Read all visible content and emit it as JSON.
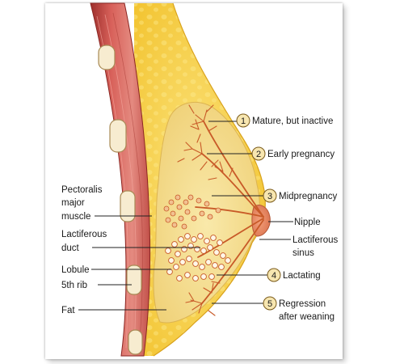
{
  "labels": {
    "pectoralis": [
      "Pectoralis",
      "major",
      "muscle"
    ],
    "lactiferous_duct": [
      "Lactiferous",
      "duct"
    ],
    "lobule": "Lobule",
    "rib": "5th rib",
    "fat": "Fat",
    "nipple": "Nipple",
    "lactiferous_sinus": [
      "Lactiferous",
      "sinus"
    ]
  },
  "stages": [
    {
      "number": "1",
      "label": [
        "Mature, but inactive"
      ]
    },
    {
      "number": "2",
      "label": [
        "Early pregnancy"
      ]
    },
    {
      "number": "3",
      "label": [
        "Midpregnancy"
      ]
    },
    {
      "number": "4",
      "label": [
        "Lactating"
      ]
    },
    {
      "number": "5",
      "label": [
        "Regression",
        "after weaning"
      ]
    }
  ],
  "colors": {
    "muscle": "#c8564f",
    "fat": "#f6d24a",
    "gland_tissue": "#f3dd8e",
    "duct": "#c85a28",
    "badge_fill": "#f7e6b0"
  }
}
